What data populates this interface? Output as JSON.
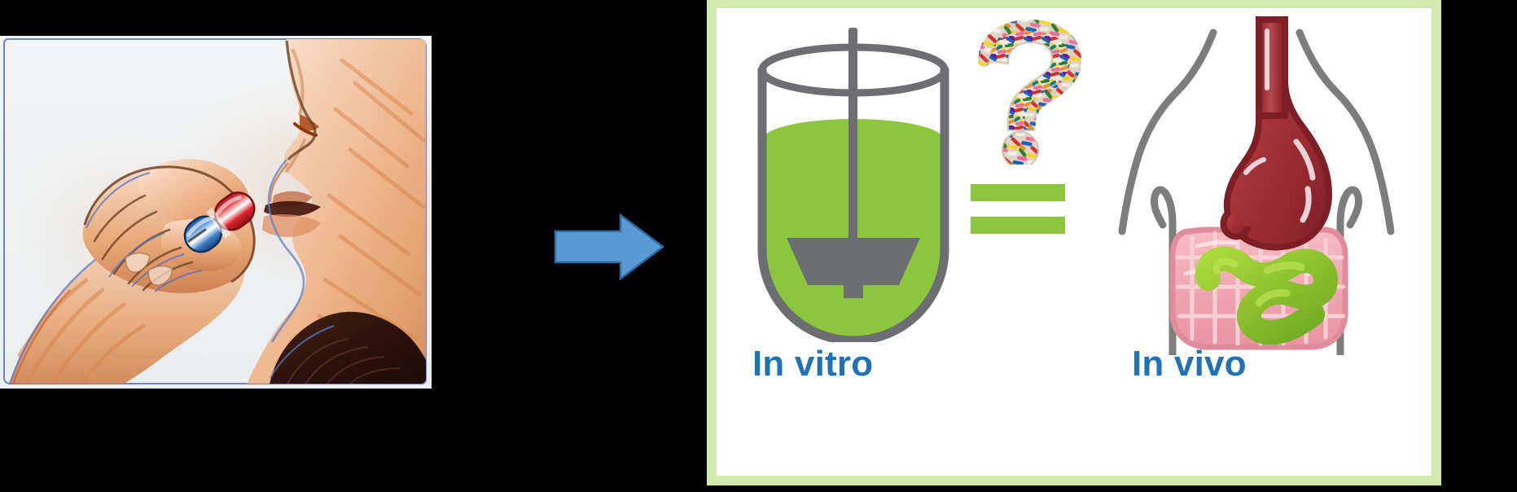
{
  "figure": {
    "background_color": "#000000",
    "theme_accent": "#8cc63e",
    "label_color": "#2072b8"
  },
  "left_panel": {
    "name": "patient-taking-capsule-illustration",
    "description": "Watercolour sketch of a hand bringing a red and blue capsule to a person's mouth",
    "border_color": "#5571c4",
    "paper_color": "#eef1f3",
    "capsule": {
      "top_half_color": "#1f5fb4",
      "bottom_half_color": "#d2242b",
      "highlight_color": "#ffffff"
    }
  },
  "arrow": {
    "name": "process-arrow",
    "direction": "right",
    "fill_color": "#5b9bd5",
    "stroke_color": "#2e6da4"
  },
  "right_panel": {
    "border_color": "#d2e9ae",
    "background_color": "#ffffff",
    "vessel": {
      "name": "dissolution-vessel",
      "media_color": "#8cc63e",
      "glass_color": "#6d6e71",
      "has_paddle_stirrer": true
    },
    "question_mark": {
      "name": "question-mark-made-of-capsules",
      "glyph": "?",
      "made_of": "multicoloured pharmaceutical capsules"
    },
    "equals_sign": {
      "name": "equals-sign",
      "glyph": "=",
      "color": "#8cc63e"
    },
    "body_figure": {
      "name": "human-gi-tract-illustration",
      "torso_outline_color": "#7d7d7d",
      "esophagus_color": "#9e2b2b",
      "stomach_color": "#a83238",
      "large_intestine_color": "#f0a7b0",
      "small_intestine_color": "#8cc63e"
    },
    "labels": {
      "in_vitro": "In vitro",
      "in_vivo": "In vivo"
    }
  }
}
